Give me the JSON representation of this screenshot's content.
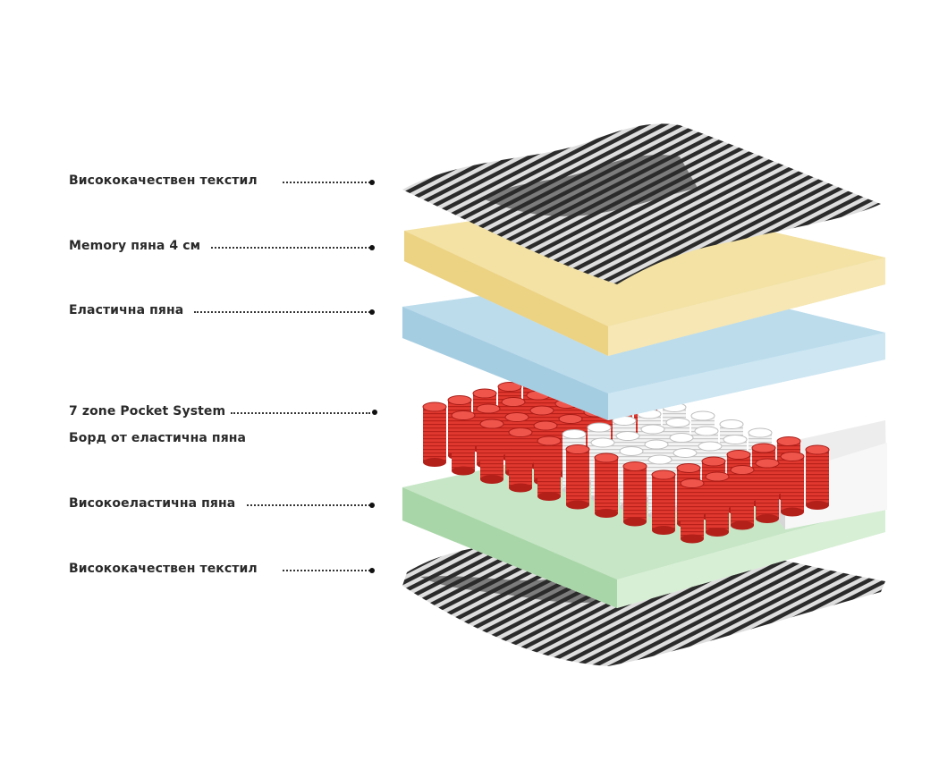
{
  "labels": {
    "top_textile": "Висококачествен текстил",
    "memory_foam": "Memory пяна 4 см",
    "elastic_foam": "Еластична пяна",
    "pocket_system": "7 zone Pocket System",
    "border": "Борд от еластична пяна",
    "high_elastic_foam": "Високоеластична пяна",
    "bottom_textile": "Висококачествен текстил"
  },
  "colors": {
    "textile_dark": "#2b2b2b",
    "textile_light": "#d9d9d9",
    "memory_foam": "#f3e2a4",
    "elastic_foam": "#bcdcec",
    "spring_red": "#e23a33",
    "spring_white": "#f2f2f2",
    "high_elastic_foam": "#c6e6c6"
  }
}
